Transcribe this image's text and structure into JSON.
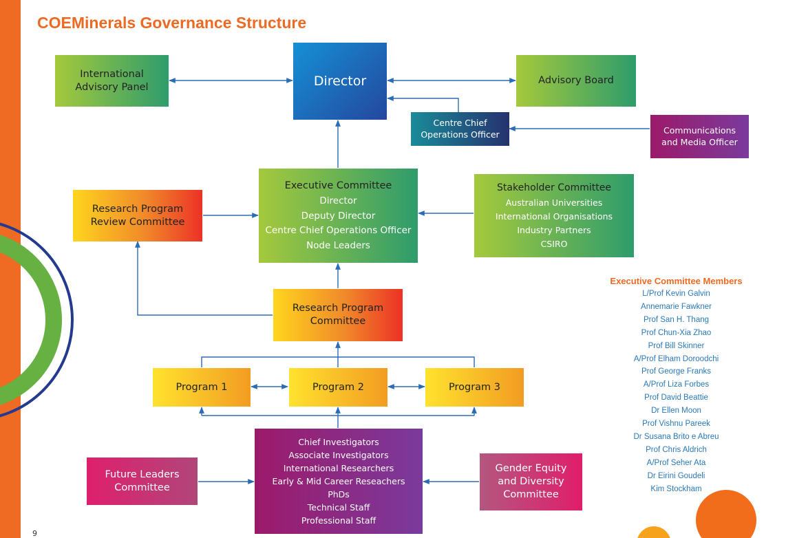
{
  "title": "COEMinerals Governance Structure",
  "page_number": "9",
  "boxes": {
    "international_advisory_panel": [
      "International",
      "Advisory Panel"
    ],
    "director": "Director",
    "advisory_board": "Advisory Board",
    "centre_chief_ops": [
      "Centre Chief",
      "Operations Officer"
    ],
    "communications": [
      "Communications",
      "and Media Officer"
    ],
    "research_program_review": [
      "Research Program",
      "Review Committee"
    ],
    "executive_committee": {
      "heading": "Executive Committee",
      "items": [
        "Director",
        "Deputy Director",
        "Centre Chief Operations Officer",
        "Node Leaders"
      ]
    },
    "stakeholder_committee": {
      "heading": "Stakeholder Committee",
      "items": [
        "Australian Universities",
        "International Organisations",
        "Industry Partners",
        "CSIRO"
      ]
    },
    "research_program_committee": [
      "Research Program",
      "Committee"
    ],
    "program1": "Program 1",
    "program2": "Program 2",
    "program3": "Program 3",
    "researchers": [
      "Chief Investigators",
      "Associate Investigators",
      "International Researchers",
      "Early  & Mid Career Reseachers",
      "PhDs",
      "Technical Staff",
      "Professional Staff"
    ],
    "future_leaders": [
      "Future Leaders",
      "Committee"
    ],
    "gender_equity": [
      "Gender Equity",
      "and Diversity",
      "Committee"
    ]
  },
  "members": {
    "heading": "Executive Committee Members",
    "names": [
      "L/Prof Kevin Galvin",
      "Annemarie Fawkner",
      "Prof San H. Thang",
      "Prof Chun-Xia Zhao",
      "Prof Bill Skinner",
      "A/Prof Elham Doroodchi",
      "Prof George Franks",
      "A/Prof Liza Forbes",
      "Prof David Beattie",
      "Dr Ellen Moon",
      "Prof Vishnu Pareek",
      "Dr Susana Brito e Abreu",
      "Prof Chris Aldrich",
      "A/Prof Seher Ata",
      "Dr Eirini Goudeli",
      "Kim Stockham"
    ]
  },
  "colors": {
    "accent_orange": "#ec6a22",
    "connector_blue": "#2a6cb5",
    "member_blue": "#2a78b8"
  }
}
